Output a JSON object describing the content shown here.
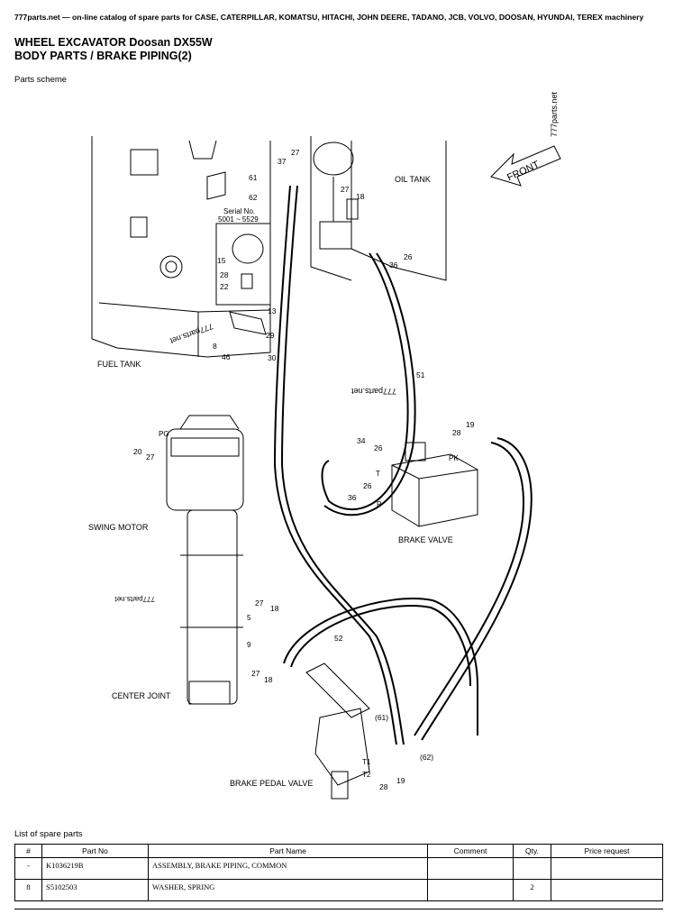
{
  "header": {
    "site": "777parts.net",
    "tagline": " — on-line catalog of spare parts for CASE, CATERPILLAR, KOMATSU, HITACHI, JOHN DEERE, TADANO, JCB, VOLVO, DOOSAN, HYUNDAI, TEREX machinery"
  },
  "title": {
    "line1": "WHEEL EXCAVATOR Doosan DX55W",
    "line2": "BODY PARTS / BRAKE PIPING(2)"
  },
  "scheme_label": "Parts scheme",
  "diagram": {
    "watermark": "777parts.net",
    "front": "FRONT",
    "labels": {
      "oil_tank": "OIL TANK",
      "fuel_tank": "FUEL TANK",
      "swing_motor": "SWING MOTOR",
      "center_joint": "CENTER JOINT",
      "brake_valve": "BRAKE VALVE",
      "brake_pedal_valve": "BRAKE PEDAL VALVE",
      "serial_no": "Serial No.",
      "serial_range": "5001 ~ 5529",
      "port_pg": "PG",
      "port_pk": "PK",
      "port_t": "T",
      "port_p": "P",
      "port_t1": "T1",
      "port_t2": "T2",
      "port_5": "5",
      "port_9": "9"
    },
    "callouts": [
      "27",
      "37",
      "61",
      "62",
      "27",
      "18",
      "26",
      "36",
      "15",
      "28",
      "22",
      "13",
      "8",
      "46",
      "29",
      "30",
      "51",
      "20",
      "27",
      "34",
      "26",
      "36",
      "26",
      "28",
      "19",
      "27",
      "18",
      "52",
      "27",
      "18",
      "(61)",
      "(62)",
      "28",
      "19"
    ]
  },
  "list_label": "List of spare parts",
  "table": {
    "headers": [
      "#",
      "Part No",
      "Part Name",
      "Comment",
      "Qty.",
      "Price request"
    ],
    "rows": [
      {
        "num": "-",
        "part_no": "K1036219B",
        "name": "ASSEMBLY, BRAKE PIPING, COMMON",
        "comment": "",
        "qty": "",
        "price": ""
      },
      {
        "num": "8",
        "part_no": "S5102503",
        "name": "WASHER, SPRING",
        "comment": "",
        "qty": "2",
        "price": ""
      }
    ]
  }
}
